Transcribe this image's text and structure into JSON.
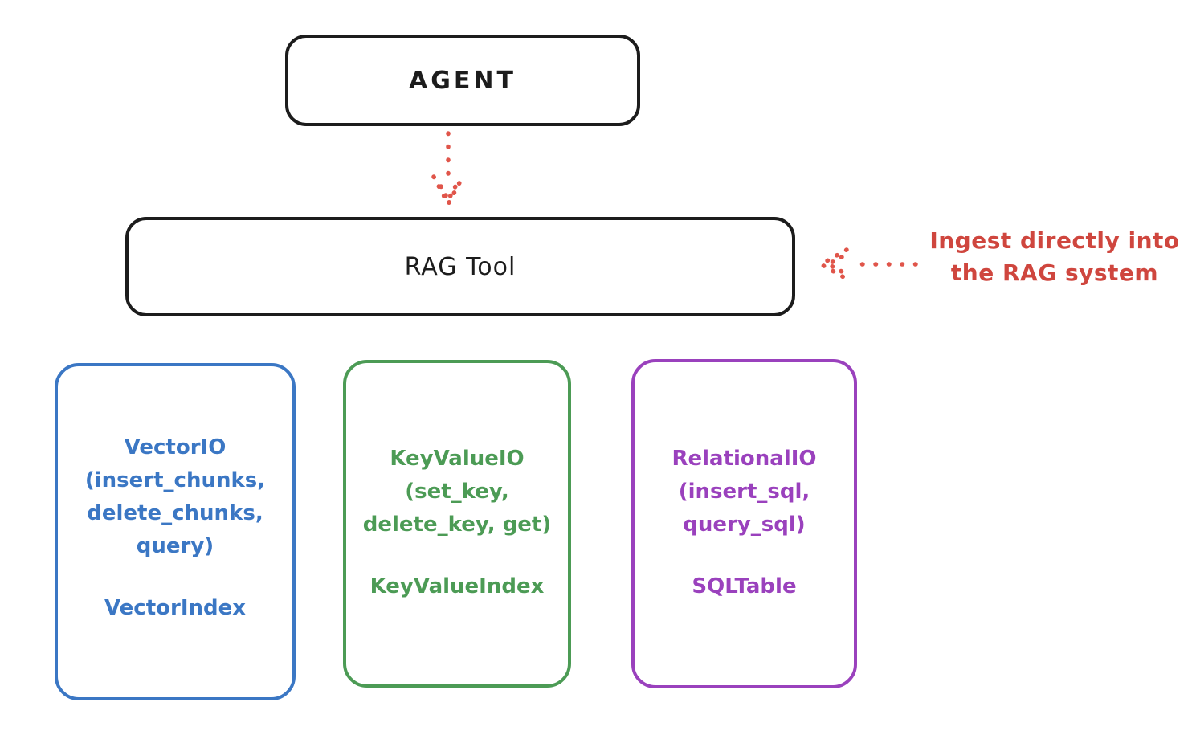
{
  "diagram": {
    "background": "#ffffff",
    "node_border_color": "#1c1c1c",
    "agent": {
      "label": "AGENT"
    },
    "rag_tool": {
      "label": "RAG Tool"
    },
    "annotation": {
      "line1": "Ingest directly into",
      "line2": "the RAG system",
      "color": "#cf463e"
    },
    "arrows": [
      {
        "name": "agent-to-rag",
        "style": "dotted",
        "direction": "down",
        "color": "#e0554a"
      },
      {
        "name": "ingest-into-rag",
        "style": "dotted",
        "direction": "left",
        "color": "#e0554a"
      }
    ],
    "io_boxes": [
      {
        "id": "vector-io",
        "color": "#3b77c4",
        "title_lines": [
          "VectorIO",
          "(insert_chunks,",
          "delete_chunks,",
          "query)"
        ],
        "index_label": "VectorIndex"
      },
      {
        "id": "keyvalue-io",
        "color": "#4c9b55",
        "title_lines": [
          "KeyValueIO",
          "(set_key,",
          "delete_key, get)"
        ],
        "index_label": "KeyValueIndex"
      },
      {
        "id": "relational-io",
        "color": "#9a41bd",
        "title_lines": [
          "RelationalIO",
          "(insert_sql,",
          "query_sql)"
        ],
        "index_label": "SQLTable"
      }
    ]
  }
}
